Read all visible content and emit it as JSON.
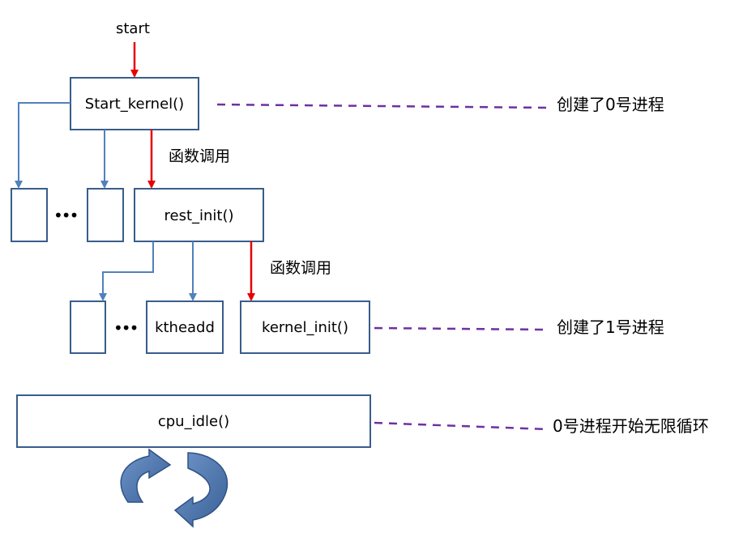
{
  "start_label": "start",
  "boxes": {
    "start_kernel": "Start_kernel()",
    "rest_init": "rest_init()",
    "ktheadd": "ktheadd",
    "kernel_init": "kernel_init()",
    "cpu_idle": "cpu_idle()"
  },
  "call_labels": [
    "函数调用",
    "函数调用"
  ],
  "ellipsis": "•••",
  "notes": {
    "process0": "创建了0号进程",
    "process1": "创建了1号进程",
    "idle": "0号进程开始无限循环"
  },
  "colors": {
    "box_border": "#385d8a",
    "tree_line": "#4f81bd",
    "call_arrow": "#e60000",
    "dashed_line": "#7030a0",
    "cycle_fill": "#4f81bd"
  }
}
